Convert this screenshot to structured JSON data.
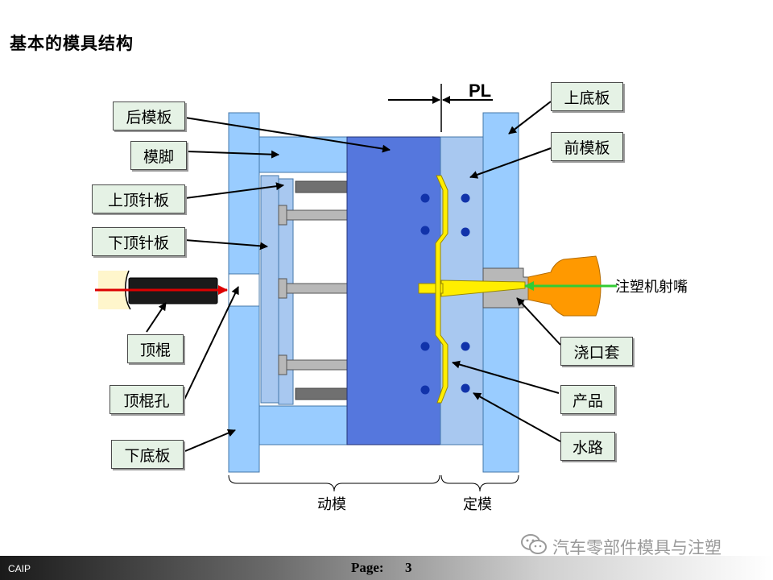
{
  "slide": {
    "title": "基本的模具结构"
  },
  "labels": {
    "rear_mold_plate": "后模板",
    "mold_leg": "模脚",
    "upper_ejector_plate": "上顶针板",
    "lower_ejector_plate": "下顶针板",
    "ejector_rod": "顶棍",
    "ejector_rod_hole": "顶棍孔",
    "bottom_clamp_plate": "下底板",
    "top_clamp_plate": "上底板",
    "front_mold_plate": "前模板",
    "nozzle": "注塑机射嘴",
    "sprue_bushing": "浇口套",
    "product": "产品",
    "water_channel": "水路"
  },
  "parting_line": "PL",
  "groups": {
    "moving_half": "动模",
    "fixed_half": "定模"
  },
  "footer": {
    "brand": "CAIP",
    "page_label": "Page:",
    "page_number": "3"
  },
  "watermark": {
    "text": "汽车零部件模具与注塑",
    "icon": "wechat-icon"
  },
  "colors": {
    "plate_light": "#99ccff",
    "plate_mid": "#a8c8f0",
    "mold_dark": "#5577dd",
    "pin_gray": "#b8b8b8",
    "product_yellow": "#ffee00",
    "nozzle_orange": "#ff9900",
    "water_dot": "#1133aa",
    "label_bg": "#e5f2e5",
    "arrow_red": "#dd0000",
    "arrow_green": "#33cc33"
  }
}
